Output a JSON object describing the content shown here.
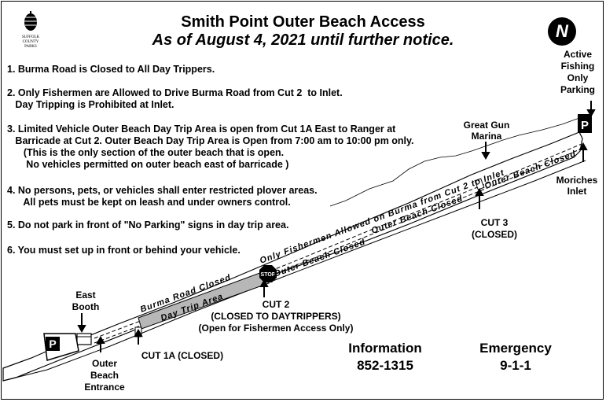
{
  "header": {
    "title_line1": "Smith Point Outer Beach Access",
    "title_line2": "As of August 4, 2021 until further notice.",
    "logo_text": "SUFFOLK COUNTY PARKS",
    "north_letter": "N"
  },
  "rules": [
    "1. Burma Road is Closed to All Day Trippers.",
    "2. Only Fishermen are Allowed to Drive Burma Road from Cut 2  to Inlet.\n   Day Tripping is Prohibited at Inlet.",
    "3. Limited Vehicle Outer Beach Day Trip Area is open from Cut 1A East to Ranger at\n   Barricade at Cut 2. Outer Beach Day Trip Area is Open from 7:00 am to 10:00 pm only.\n      (This is the only section of the outer beach that is open.\n       No vehicles permitted on outer beach east of barricade )",
    "4. No persons, pets, or vehicles shall enter restricted plover areas.\n      All pets must be kept on leash and under owners control.",
    "5. Do not park in front of \"No Parking\" signs in day trip area.",
    "6. You must set up in front or behind your vehicle."
  ],
  "map_labels": {
    "active_fishing": "Active\nFishing\nOnly\nParking",
    "great_gun": "Great Gun\nMarina",
    "moriches_inlet": "Moriches\nInlet",
    "cut3": "CUT 3\n(CLOSED)",
    "cut2": "CUT 2\n(CLOSED TO DAYTRIPPERS)\n(Open for Fishermen Access Only)",
    "cut1a": "CUT 1A (CLOSED)",
    "east_booth": "East\nBooth",
    "outer_beach_entrance": "Outer\nBeach\nEntrance",
    "parking_letter": "P",
    "stop_sign": "STOP"
  },
  "road_text": {
    "only_fishermen": "Only Fishermen Allowed on Burma from Cut 2 to Inlet",
    "burma_closed": "Burma Road Closed",
    "day_trip_area": "Day   Trip   Area",
    "outer_closed_1": "Outer Beach Closed",
    "outer_closed_2": "Outer Beach Closed",
    "outer_closed_3": "Outer Beach Closed"
  },
  "contacts": {
    "info_label": "Information",
    "info_number": "852-1315",
    "emergency_label": "Emergency",
    "emergency_number": "9-1-1"
  }
}
